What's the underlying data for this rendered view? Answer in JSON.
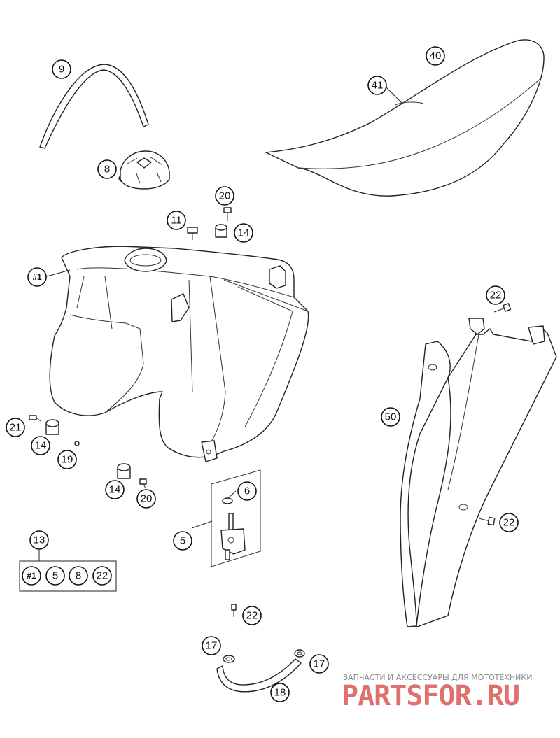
{
  "callouts": {
    "c9": "9",
    "c40": "40",
    "c41": "41",
    "c8": "8",
    "c20a": "20",
    "c11": "11",
    "c14a": "14",
    "c1": "#1",
    "c22a": "22",
    "c50": "50",
    "c21": "21",
    "c14b": "14",
    "c19": "19",
    "c14c": "14",
    "c20b": "20",
    "c6": "6",
    "c5": "5",
    "c22b": "22",
    "c13": "13",
    "c22c": "22",
    "c17a": "17",
    "c17b": "17",
    "c18": "18"
  },
  "kit": {
    "items": [
      "#1",
      "5",
      "8",
      "22"
    ]
  },
  "watermark": {
    "caption": "ЗАПЧАСТИ И АКСЕССУАРЫ ДЛЯ МОТОТЕХНИКИ",
    "brand": "PARTSFOR.RU",
    "brand_color": "#e0706e"
  }
}
